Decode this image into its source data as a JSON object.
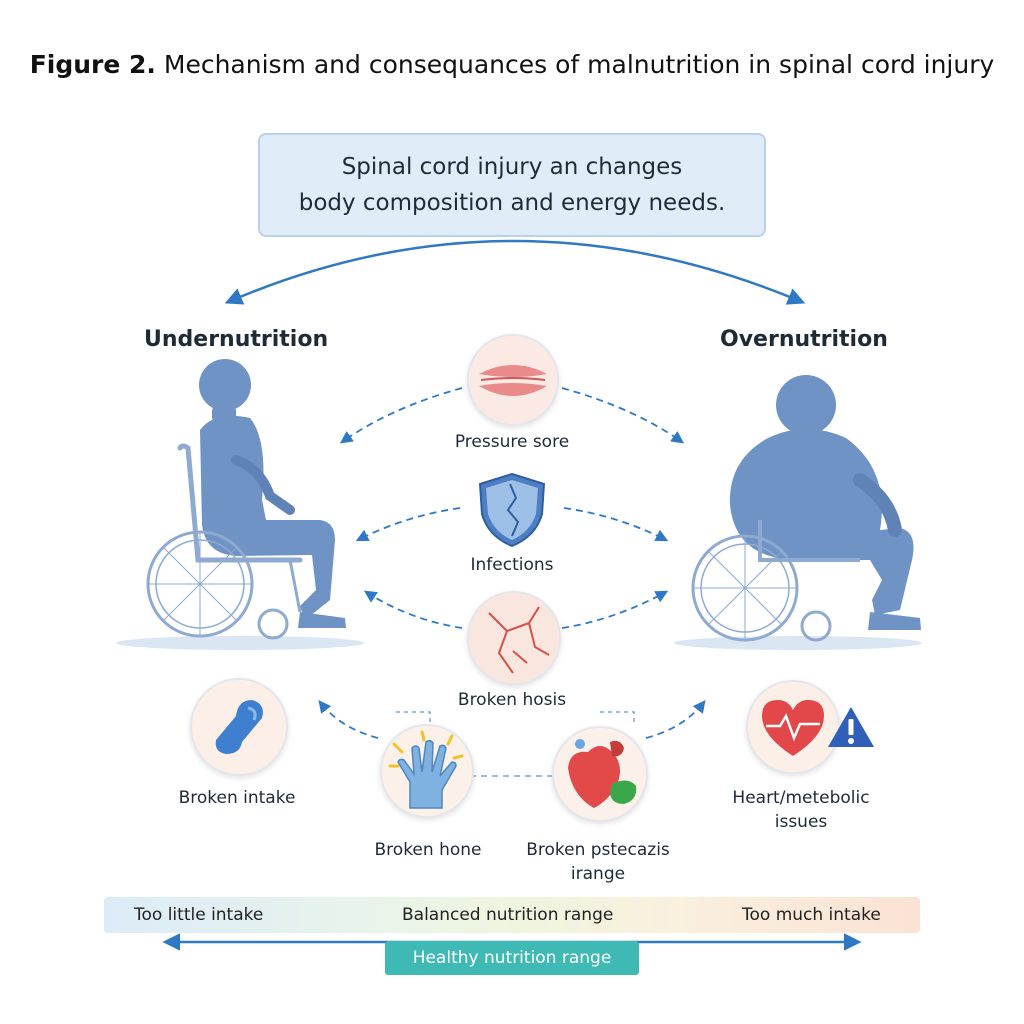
{
  "title": {
    "prefix": "Figure 2.",
    "text": "Mechanism and consequances of malnutrition in spinal cord injury"
  },
  "top_box": {
    "line1": "Spinal cord injury an changes",
    "line2": "body composition and energy needs."
  },
  "sides": {
    "left_heading": "Undernutrition",
    "right_heading": "Overnutrition"
  },
  "center_items": [
    {
      "label": "Pressure sore",
      "icon": "lips-icon"
    },
    {
      "label": "Infections",
      "icon": "cracked-shield-icon"
    },
    {
      "label": "Broken hosis",
      "icon": "cracked-bone-icon"
    }
  ],
  "bottom_items": {
    "left": {
      "label": "Broken intake",
      "icon": "bone-icon"
    },
    "mid_left": {
      "label": "Broken hone",
      "icon": "hand-icon"
    },
    "mid_right": {
      "line1": "Broken pstecazis",
      "line2": "irange",
      "icon": "organs-icon"
    },
    "right": {
      "line1": "Heart/metebolic",
      "line2": "issues",
      "icon": "heart-warning-icon"
    }
  },
  "range": {
    "left": "Too little intake",
    "middle": "Balanced nutrition range",
    "right": "Too much intake",
    "healthy": "Healthy nutrition range"
  },
  "colors": {
    "accent_blue": "#2f78c4",
    "figure_blue": "#6f93c4",
    "teal": "#3fb9b3"
  }
}
